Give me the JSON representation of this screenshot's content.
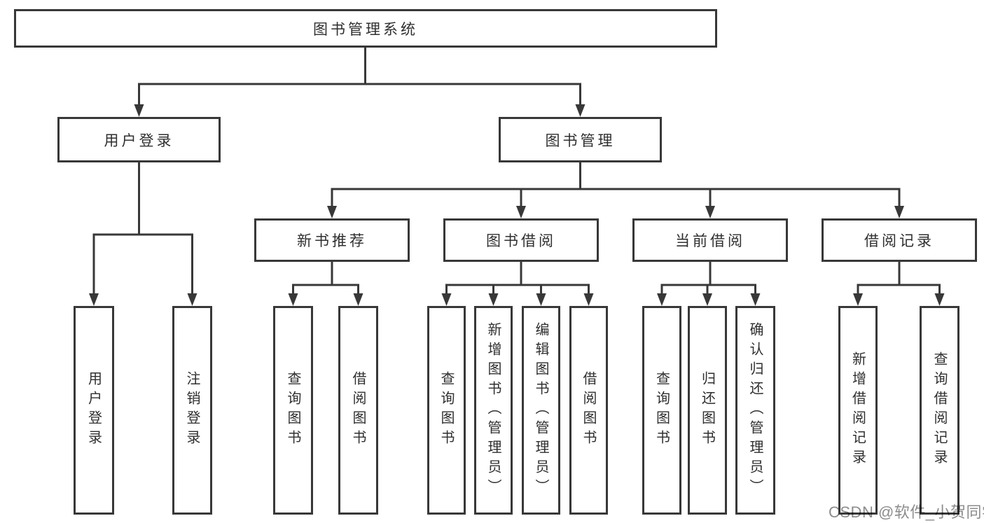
{
  "tree": {
    "root": "图书管理系统",
    "user_login": {
      "label": "用户登录",
      "children": {
        "login": "用户登录",
        "logout": "注销登录"
      }
    },
    "book_management": {
      "label": "图书管理",
      "new_book_recommend": {
        "label": "新书推荐",
        "children": {
          "query_book": "查询图书",
          "borrow_book": "借阅图书"
        }
      },
      "book_borrow": {
        "label": "图书借阅",
        "children": {
          "query_book": "查询图书",
          "add_book": "新增图书（管理员）",
          "edit_book": "编辑图书（管理员）",
          "borrow_book": "借阅图书"
        }
      },
      "current_borrow": {
        "label": "当前借阅",
        "children": {
          "query_book": "查询图书",
          "return_book": "归还图书",
          "confirm_return": "确认归还（管理员）"
        }
      },
      "borrow_records": {
        "label": "借阅记录",
        "children": {
          "add_record": "新增借阅记录",
          "query_record": "查询借阅记录"
        }
      }
    }
  },
  "watermark": "CSDN @软件_小贺同学",
  "colors": {
    "line": "#383838",
    "box_border": "#383838",
    "text": "#2f2f2f",
    "watermark": "#8c8c8c",
    "background": "#ffffff"
  }
}
